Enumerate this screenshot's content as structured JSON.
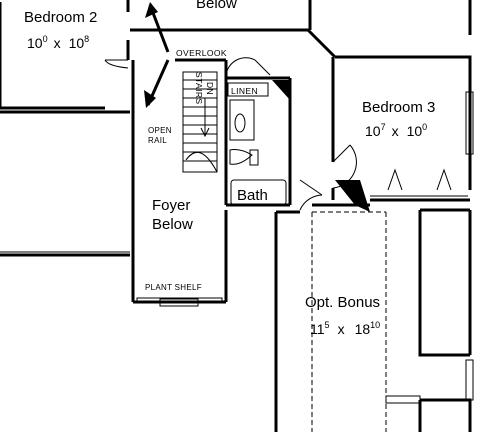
{
  "rooms": {
    "bedroom2": {
      "name": "Bedroom 2",
      "dim_w": "10",
      "dim_w_sup": "0",
      "dim_x": "x",
      "dim_d": "10",
      "dim_d_sup": "8"
    },
    "below_top": {
      "name": "Below"
    },
    "bedroom3": {
      "name": "Bedroom 3",
      "dim_w": "10",
      "dim_w_sup": "7",
      "dim_x": "x",
      "dim_d": "10",
      "dim_d_sup": "0"
    },
    "foyer": {
      "line1": "Foyer",
      "line2": "Below"
    },
    "bath": {
      "name": "Bath"
    },
    "bonus": {
      "name": "Opt. Bonus",
      "dim_w": "11",
      "dim_w_sup": "5",
      "dim_x": "x",
      "dim_d": "18",
      "dim_d_sup": "10"
    }
  },
  "labels": {
    "overlook": "OVERLOOK",
    "stairs": "STAIRS",
    "dn": "DN",
    "linen": "LINEN",
    "open_rail_1": "OPEN",
    "open_rail_2": "RAIL",
    "plant_shelf": "PLANT SHELF"
  }
}
